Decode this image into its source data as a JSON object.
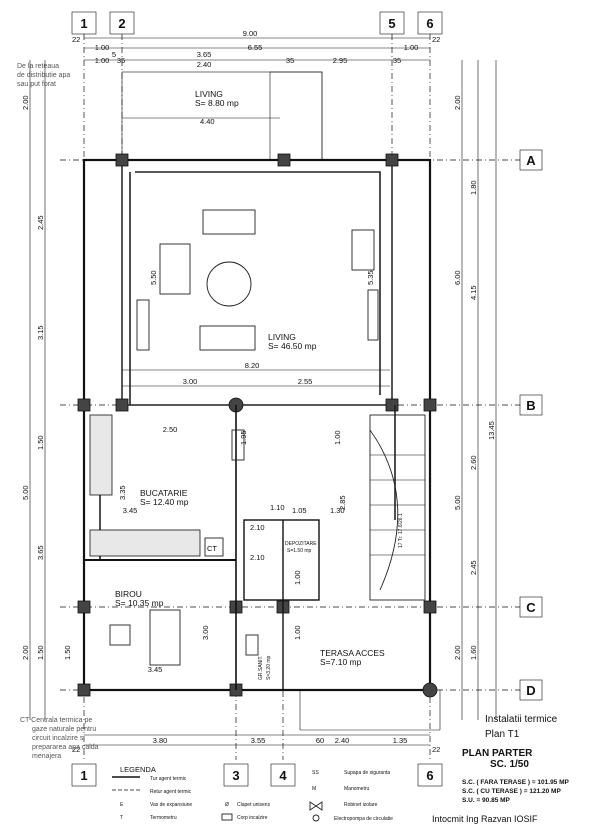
{
  "axes": {
    "top": [
      "1",
      "2",
      "5",
      "6"
    ],
    "bottom": [
      "1",
      "3",
      "4",
      "6"
    ],
    "right": [
      "A",
      "B",
      "C",
      "D"
    ]
  },
  "dimensions": {
    "top_row1": [
      "22",
      "9.00",
      "22"
    ],
    "top_row2": [
      "1.00",
      "6.55",
      "1.00"
    ],
    "top_row3": [
      "1.00",
      "35",
      "5",
      "3.65",
      "2.40",
      "35",
      "2.95",
      "35"
    ],
    "bottom_row1": [
      "22",
      "3.80",
      "3.55",
      "60",
      "2.40",
      "1.35",
      "22"
    ],
    "left_col": [
      "2.00",
      "2.45",
      "3.15",
      "1.50",
      "5.00",
      "3.65",
      "2.00",
      "1.50"
    ],
    "right_col": [
      "2.00",
      "1.80",
      "4.15",
      "6.00",
      "13.45",
      "2.60",
      "5.00",
      "2.45",
      "1.60",
      "2.00"
    ],
    "interior": [
      "4.40",
      "5.50",
      "2.50",
      "3.00",
      "2.55",
      "1.95",
      "3.35",
      "1.00",
      "2.85",
      "1.05",
      "1.30",
      "3.45",
      "3.00",
      "1.10",
      "2.10",
      "2.10",
      "1.00",
      "1.00",
      "8.20",
      "5.35",
      "3.45",
      "1.50"
    ]
  },
  "rooms": [
    {
      "name": "LIVING",
      "area": "S= 8.80 mp"
    },
    {
      "name": "LIVING",
      "area": "S= 46.50 mp"
    },
    {
      "name": "BUCATARIE",
      "area": "S= 12.40 mp"
    },
    {
      "name": "BIROU",
      "area": "S= 10.35 mp"
    },
    {
      "name": "DEPOZITARE",
      "area": "S=1.50 mp"
    },
    {
      "name": "GR.SANIT.",
      "area": "S=3.20 mp"
    },
    {
      "name": "TERASA ACCES",
      "area": "S=7.10 mp"
    }
  ],
  "labels": {
    "ct": "CT",
    "stair": "17 Tr. 17.6/26.1",
    "top_note": [
      "De la reteaua",
      "de distributie apa",
      "sau put forat"
    ],
    "ct_note": [
      "CT  Centrala termica pe",
      "gaze naturale pentru",
      "circuit incalzire si",
      "prepararea apa calda",
      "menajera"
    ]
  },
  "title_block": {
    "line1": "Instalatii termice",
    "line2": "Plan T1",
    "plan": "PLAN PARTER",
    "scale": "SC. 1/50",
    "sc1": "S.C. ( FARA TERASE ) = 101.95 MP",
    "sc2": "S.C. ( CU TERASE ) = 121.20 MP",
    "su": "S.U. = 90.85 MP",
    "author": "Intocmit Ing Razvan IOSIF"
  },
  "legend": {
    "title": "LEGENDA",
    "items": [
      {
        "symbol": "",
        "text": "Tur agent termic"
      },
      {
        "symbol": "",
        "text": "Retur agent termic"
      },
      {
        "symbol": "E",
        "text": "Vas de expansiune"
      },
      {
        "symbol": "T",
        "text": "Termometru"
      },
      {
        "symbol": "Ø",
        "text": "Clapet unisens"
      },
      {
        "symbol": "",
        "text": "Corp incalzire"
      },
      {
        "symbol": "SS",
        "text": "Supapa de siguranta"
      },
      {
        "symbol": "M",
        "text": "Manometru"
      },
      {
        "symbol": "",
        "text": "Robinet izolare"
      },
      {
        "symbol": "",
        "text": "Electropompa de circulatie"
      }
    ]
  }
}
